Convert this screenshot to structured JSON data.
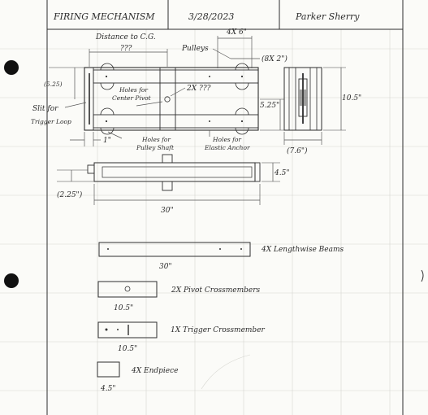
{
  "header": {
    "title": "FIRING MECHANISM",
    "date": "3/28/2023",
    "author": "Parker Sherry"
  },
  "top_view": {
    "distance_label": "Distance to C.G.",
    "distance_value": "???",
    "pulleys_label": "Pulleys",
    "pulleys_count": "4X 6\"",
    "pulley_spacing": "(8X 2\")",
    "pivot_label": "2X ???",
    "pivot_holes_label_1": "Holes for",
    "pivot_holes_label_2": "Center Pivot",
    "slit_label_1": "Slit for",
    "slit_label_2": "Trigger Loop",
    "slit_dim": "(5.25)",
    "inner_dim": "5.25\"",
    "height_dim": "10.5\"",
    "edge_dim": "1\"",
    "pulley_shaft_1": "Holes for",
    "pulley_shaft_2": "Pulley Shaft",
    "anchor_1": "Holes for",
    "anchor_2": "Elastic Anchor",
    "end_view_dim": "(7.6\")"
  },
  "side_view": {
    "height_dim": "4.5\"",
    "offset_dim": "(2.25\")",
    "length_dim": "30\""
  },
  "parts": [
    {
      "count_label": "4X Lengthwise Beams",
      "dim": "30\""
    },
    {
      "count_label": "2X Pivot Crossmembers",
      "dim": "10.5\""
    },
    {
      "count_label": "1X Trigger Crossmember",
      "dim": "10.5\""
    },
    {
      "count_label": "4X Endpiece",
      "dim": "4.5\""
    }
  ],
  "colors": {
    "ink": "#2e2e2e",
    "paper": "#fbfbf8"
  }
}
